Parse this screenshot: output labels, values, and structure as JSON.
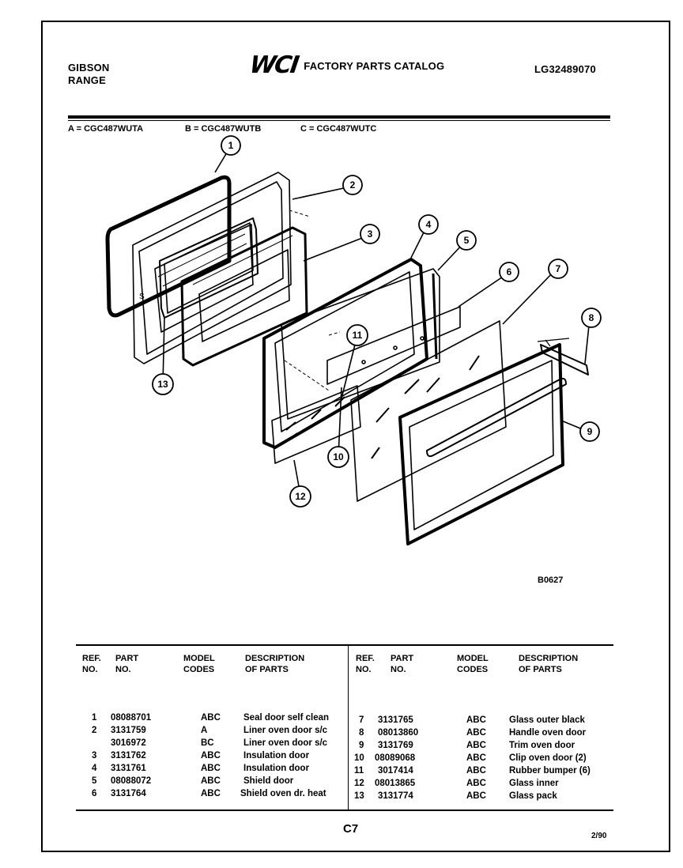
{
  "header": {
    "brand_line1": "GIBSON",
    "brand_line2": "RANGE",
    "logo_text": "WCI",
    "catalog_title": "FACTORY PARTS CATALOG",
    "catalog_number": "LG32489070"
  },
  "models": {
    "a": "A = CGC487WUTA",
    "b": "B = CGC487WUTB",
    "c": "C = CGC487WUTC"
  },
  "diagram": {
    "callouts": [
      "1",
      "2",
      "3",
      "4",
      "5",
      "6",
      "7",
      "8",
      "9",
      "10",
      "11",
      "12",
      "13"
    ],
    "drawing_code": "B0627"
  },
  "table": {
    "headers": {
      "ref": [
        "REF.",
        "NO."
      ],
      "part": [
        "PART",
        "NO."
      ],
      "model": [
        "MODEL",
        "CODES"
      ],
      "desc": [
        "DESCRIPTION",
        "OF PARTS"
      ]
    },
    "left_rows": [
      {
        "ref": "1",
        "part": "08088701",
        "codes": "ABC",
        "desc": "Seal door self clean"
      },
      {
        "ref": "2",
        "part": "3131759",
        "codes": "A",
        "desc": "Liner oven door s/c"
      },
      {
        "ref": "",
        "part": "3016972",
        "codes": "BC",
        "desc": "Liner oven door s/c"
      },
      {
        "ref": "3",
        "part": "3131762",
        "codes": "ABC",
        "desc": "Insulation door"
      },
      {
        "ref": "4",
        "part": "3131761",
        "codes": "ABC",
        "desc": "Insulation door"
      },
      {
        "ref": "5",
        "part": "08088072",
        "codes": "ABC",
        "desc": "Shield door"
      },
      {
        "ref": "6",
        "part": "3131764",
        "codes": "ABC",
        "desc": "Shield oven dr. heat"
      }
    ],
    "right_rows": [
      {
        "ref": "7",
        "part": "3131765",
        "codes": "ABC",
        "desc": "Glass outer black"
      },
      {
        "ref": "8",
        "part": "08013860",
        "codes": "ABC",
        "desc": "Handle oven door"
      },
      {
        "ref": "9",
        "part": "3131769",
        "codes": "ABC",
        "desc": "Trim oven door"
      },
      {
        "ref": "10",
        "part": "08089068",
        "codes": "ABC",
        "desc": "Clip oven door (2)"
      },
      {
        "ref": "11",
        "part": "3017414",
        "codes": "ABC",
        "desc": "Rubber bumper (6)"
      },
      {
        "ref": "12",
        "part": "08013865",
        "codes": "ABC",
        "desc": "Glass inner"
      },
      {
        "ref": "13",
        "part": "3131774",
        "codes": "ABC",
        "desc": "Glass pack"
      }
    ]
  },
  "footer": {
    "page": "C7",
    "date": "2/90"
  }
}
